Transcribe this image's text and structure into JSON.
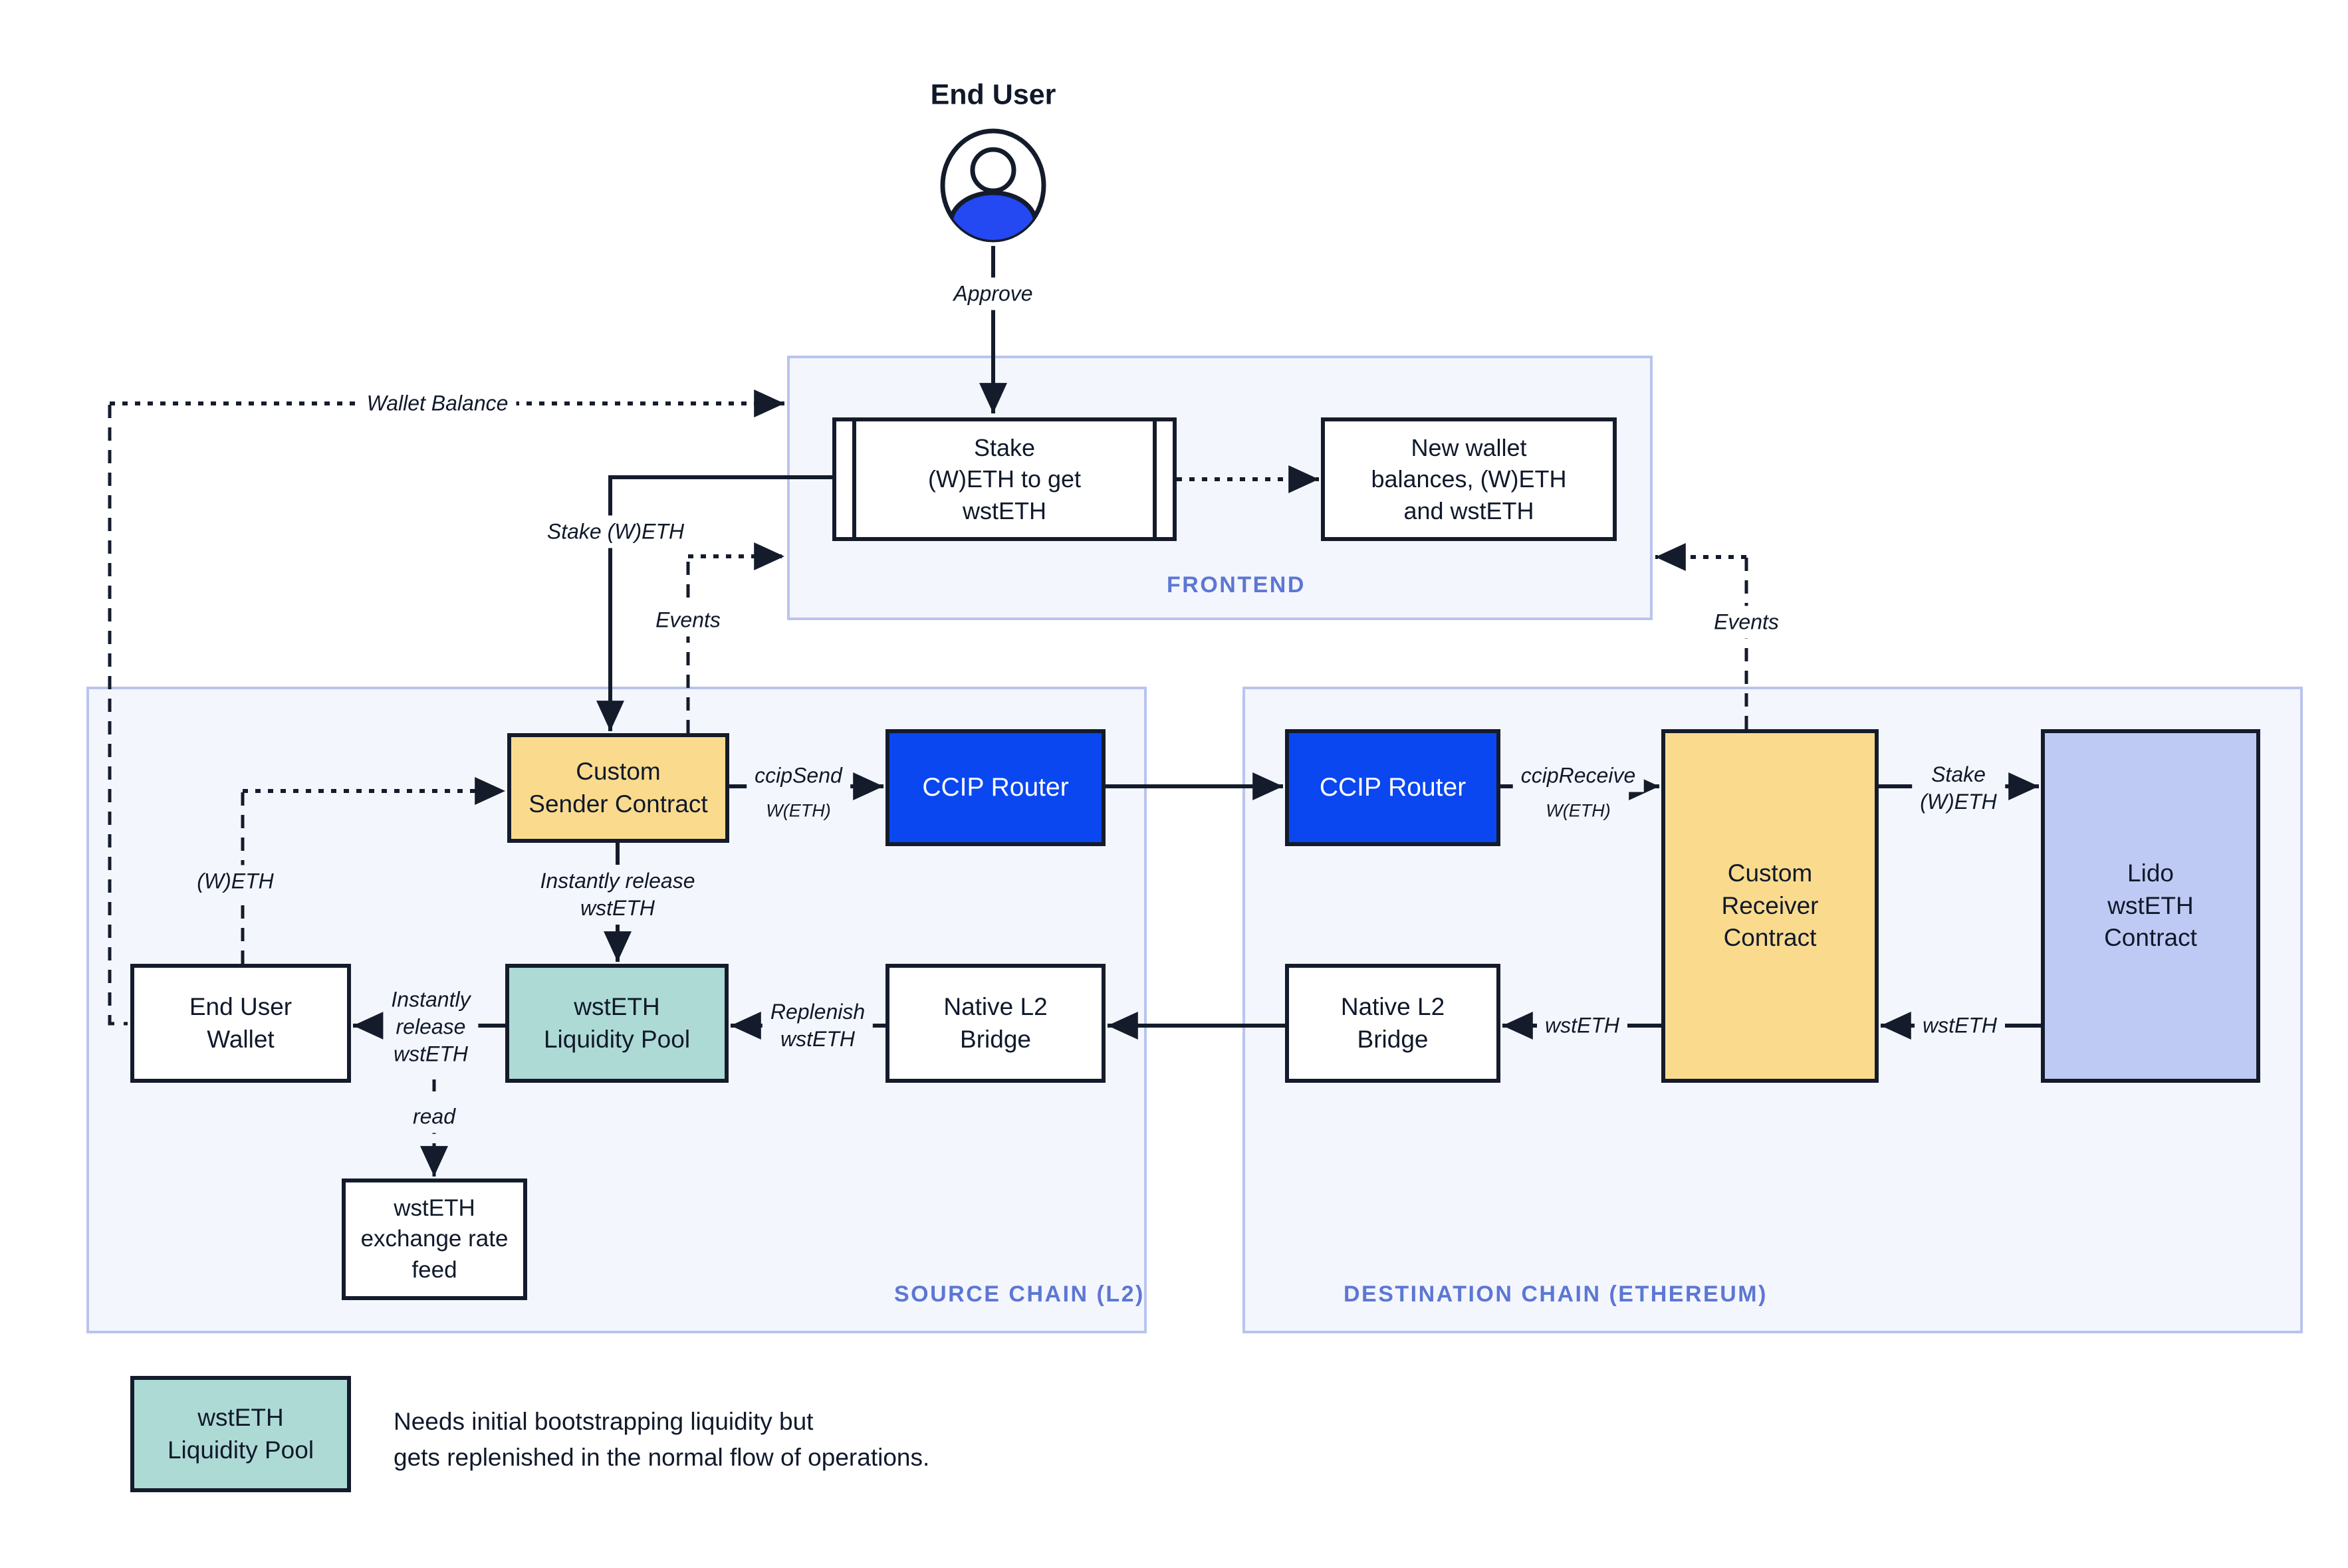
{
  "colors": {
    "background": "#FFFFFF",
    "container_fill": "#F4F6FD",
    "container_border": "#B9C4EE",
    "section_label_text": "#5C77D4",
    "node_border_and_arrows": "#141C2C",
    "yellow_node": "#FADB8E",
    "blue_node": "#0A47F0",
    "lavender_node": "#BFCAF4",
    "teal_node": "#AEDAD6",
    "actor_body_blue": "#2448F2"
  },
  "actor": {
    "title": "End User",
    "icon": "person-icon"
  },
  "frontend": {
    "section_label": "FRONTEND",
    "stake_box": "Stake\n(W)ETH to get\nwstETH",
    "new_wallet_box": "New wallet\nbalances, (W)ETH\nand wstETH"
  },
  "source_chain": {
    "section_label": "SOURCE CHAIN (L2)",
    "custom_sender": "Custom\nSender Contract",
    "ccip_router": "CCIP Router",
    "end_user_wallet": "End User\nWallet",
    "liquidity_pool": "wstETH\nLiquidity Pool",
    "native_bridge": "Native L2\nBridge",
    "exchange_rate_feed": "wstETH\nexchange rate\nfeed"
  },
  "destination_chain": {
    "section_label": "DESTINATION CHAIN (ETHEREUM)",
    "ccip_router": "CCIP Router",
    "custom_receiver": "Custom\nReceiver\nContract",
    "lido_contract": "Lido\nwstETH\nContract",
    "native_bridge": "Native L2\nBridge"
  },
  "edge_labels": {
    "approve": "Approve",
    "wallet_balance": "Wallet Balance",
    "stake_weth": "Stake (W)ETH",
    "events_left": "Events",
    "events_right": "Events",
    "ccip_send": "ccipSend",
    "ccip_send_token": "W(ETH)",
    "ccip_receive": "ccipReceive",
    "ccip_receive_token": "W(ETH)",
    "stake_weth_dest": "Stake\n(W)ETH",
    "wsteth_from_lido": "wstETH",
    "wsteth_to_bridge": "wstETH",
    "instantly_release": "Instantly release\nwstETH",
    "instantly_release_wallet": "Instantly\nrelease\nwstETH",
    "replenish": "Replenish\nwstETH",
    "weth": "(W)ETH",
    "read": "read"
  },
  "legend": {
    "box_label": "wstETH\nLiquidity Pool",
    "description": "Needs initial bootstrapping liquidity but\ngets replenished in the normal flow of operations."
  }
}
